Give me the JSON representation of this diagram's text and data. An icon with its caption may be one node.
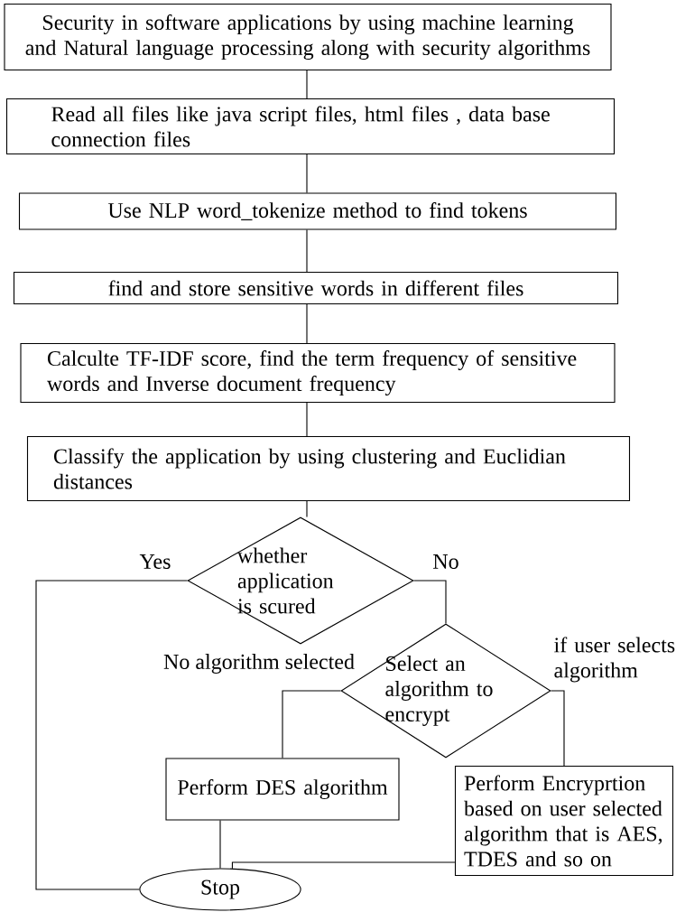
{
  "diagram": {
    "nodes": [
      {
        "text": [
          "Security in software applications by using machine learning and Natural language processing along with security algorithms"
        ]
      },
      {
        "text": [
          "Read all files like java script files, html files , data base connection files"
        ]
      },
      {
        "text": [
          "Use NLP word_tokenize method to find tokens"
        ]
      },
      {
        "text": [
          "find and store sensitive words in different files"
        ]
      },
      {
        "text": [
          "Calculte TF-IDF score, find the term frequency of sensitive words and Inverse document frequency"
        ]
      },
      {
        "text": [
          "Classify the application by using clustering and Euclidian distances"
        ]
      },
      {
        "text": [
          "whether application is scured"
        ]
      },
      {
        "text": [
          "Select an algorithm to encrypt"
        ]
      },
      {
        "text": [
          "Perform DES algorithm"
        ]
      },
      {
        "text": [
          "Perform Encryprtion based on user selected algorithm that is AES, TDES and so on"
        ]
      },
      {
        "text": [
          "Stop"
        ]
      }
    ],
    "edges": [
      {
        "from": 0,
        "to": 1,
        "arrow": "none"
      },
      {
        "from": 1,
        "to": 2,
        "arrow": "none"
      },
      {
        "from": 2,
        "to": 3,
        "arrow": "none"
      },
      {
        "from": 3,
        "to": 4,
        "arrow": "none"
      },
      {
        "from": 4,
        "to": 5,
        "arrow": "none"
      },
      {
        "from": 5,
        "to": 6,
        "arrow": "none"
      },
      {
        "from": 6,
        "to": 7,
        "arrow": "none",
        "label": "No"
      },
      {
        "from": 6,
        "to": 10,
        "arrow": "none",
        "label": "Yes"
      },
      {
        "from": 7,
        "to": 8,
        "arrow": "none",
        "label": "No algorithm selected"
      },
      {
        "from": 7,
        "to": 9,
        "arrow": "none",
        "label": "if user selects algorithm"
      },
      {
        "from": 8,
        "to": 10,
        "arrow": "none"
      },
      {
        "from": 9,
        "to": 10,
        "arrow": "none"
      }
    ]
  }
}
